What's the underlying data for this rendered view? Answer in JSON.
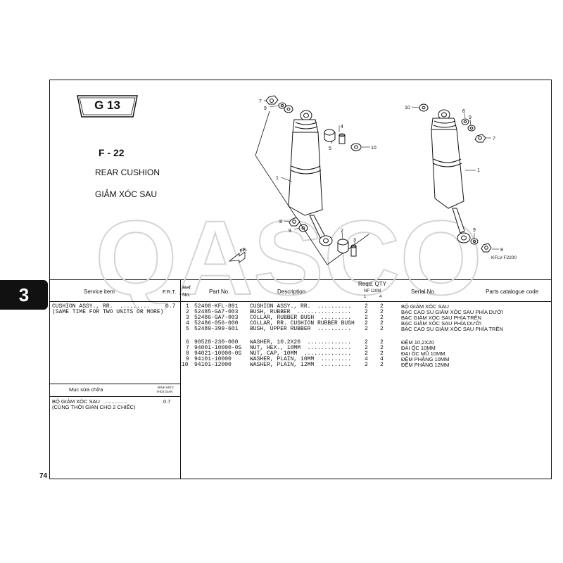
{
  "section_tab": "3",
  "page_number": "74",
  "group_code": "G 13",
  "figure_code": "F - 22",
  "title_en": "REAR CUSHION",
  "title_vn": "GIẢM XÓC SAU",
  "watermark": "QASCO",
  "diagram_code": "KFLV-F2200",
  "diagram_callouts": {
    "c1a": "1",
    "c1b": "1",
    "c2": "2",
    "c3": "3",
    "c4": "4",
    "c5": "5",
    "c6": "6",
    "c7a": "7",
    "c7b": "7",
    "c8a": "8",
    "c8b": "8",
    "c9a": "9",
    "c9b": "9",
    "c9c": "9",
    "c10a": "10",
    "c10b": "10",
    "fr": "FR."
  },
  "headers": {
    "service_item": "Service item",
    "frt": "F.R.T.",
    "ref_no_1": "Ref.",
    "ref_no_2": "No.",
    "part_no": "Part No.",
    "description": "Description",
    "reqd_qty": "Reqd. QTY",
    "nf110m": "NF 110M",
    "qty_col1": "1",
    "qty_col2": "4",
    "serial_no": "Serial No.",
    "catalogue_code": "Parts catalogue code"
  },
  "service_en": {
    "line1": "CUSHION ASSY., RR.  .........",
    "line1_value": "0.7",
    "line2": "(SAME TIME FOR TWO UNITS OR MORE)"
  },
  "service_vn_header": {
    "label": "Mục sửa chữa",
    "time_1": "ĐỊNH MỨC",
    "time_2": "THỜI GIAN"
  },
  "service_vn": {
    "line1": "BỘ GIẢM XÓC SAU  .................",
    "line1_value": "0.7",
    "line2": "(CÙNG THỜI GIAN CHO 2 CHIẾC)"
  },
  "parts": [
    {
      "ref": "1",
      "part_no": "52400-KFL-891",
      "desc": "CUSHION ASSY., RR.  ..........",
      "q1": "2",
      "q2": "2",
      "vn": "BỘ GIẢM XÓC SAU"
    },
    {
      "ref": "2",
      "part_no": "52485-GA7-003",
      "desc": "BUSH, RUBBER  ................",
      "q1": "2",
      "q2": "2",
      "vn": "BẠC CAO SU GIẢM XÓC SAU PHÍA DƯỚI"
    },
    {
      "ref": "3",
      "part_no": "52486-GA7-003",
      "desc": "COLLAR, RUBBER BUSH  .........",
      "q1": "2",
      "q2": "2",
      "vn": "BẠC GIẢM XÓC SAU PHÍA TRÊN"
    },
    {
      "ref": "4",
      "part_no": "52486-056-000",
      "desc": "COLLAR, RR. CUSHION RUBBER BUSH",
      "q1": "2",
      "q2": "2",
      "vn": "BẠC GIẢM XÓC SAU PHÍA DƯỚI"
    },
    {
      "ref": "5",
      "part_no": "52489-399-601",
      "desc": "BUSH, UPPER RUBBER  ..........",
      "q1": "2",
      "q2": "2",
      "vn": "BẠC CAO SU GIẢM XÓC SAU PHÍA TRÊN"
    },
    {
      "ref": "6",
      "part_no": "90528-230-000",
      "desc": "WASHER, 10.2X20  .............",
      "q1": "2",
      "q2": "2",
      "vn": "ĐỆM 10,2X20"
    },
    {
      "ref": "7",
      "part_no": "94001-10000-0S",
      "desc": "NUT, HEX., 10MM  .............",
      "q1": "2",
      "q2": "2",
      "vn": "ĐAI ỐC 10MM"
    },
    {
      "ref": "8",
      "part_no": "94021-10000-0S",
      "desc": "NUT, CAP, 10MM  ..............",
      "q1": "2",
      "q2": "2",
      "vn": "ĐAI ỐC MŨ 10MM"
    },
    {
      "ref": "9",
      "part_no": "94101-10000",
      "desc": "WASHER, PLAIN, 10MM  .........",
      "q1": "4",
      "q2": "4",
      "vn": "ĐỆM PHẲNG 10MM"
    },
    {
      "ref": "10",
      "part_no": "94101-12000",
      "desc": "WASHER, PLAIN, 12MM  .........",
      "q1": "2",
      "q2": "2",
      "vn": "ĐỆM PHẲNG 12MM"
    }
  ]
}
